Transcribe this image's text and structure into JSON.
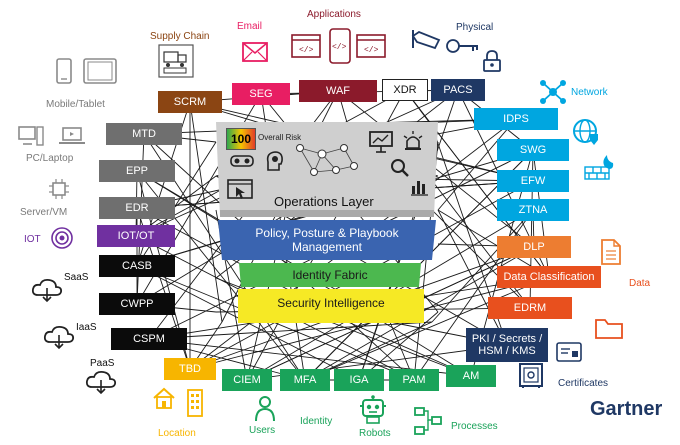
{
  "colors": {
    "gray": "#6f6f6f",
    "black": "#0b0b0b",
    "purple": "#7030a0",
    "brown": "#8b4513",
    "pink": "#e81e63",
    "maroon": "#8b1a2b",
    "navy": "#1f3864",
    "cyan": "#00a6e0",
    "orange": "#ed7d31",
    "red_orange": "#e8501e",
    "green": "#1aa35a",
    "gold": "#f7b500",
    "blue_layer": "#3a64b0",
    "green_layer": "#4cb84f",
    "yellow_layer": "#f6e925"
  },
  "categories": {
    "mobile_tablet": "Mobile/Tablet",
    "pc_laptop": "PC/Laptop",
    "server_vm": "Server/VM",
    "iot": "IOT",
    "saas": "SaaS",
    "iaas": "IaaS",
    "paas": "PaaS",
    "supply_chain": "Supply Chain",
    "email": "Email",
    "applications": "Applications",
    "physical": "Physical",
    "network": "Network",
    "data": "Data",
    "certificates": "Certificates",
    "location": "Location",
    "users": "Users",
    "identity": "Identity",
    "robots": "Robots",
    "processes": "Processes"
  },
  "boxes": {
    "mtd": "MTD",
    "epp": "EPP",
    "edr": "EDR",
    "iot_ot": "IOT/OT",
    "casb": "CASB",
    "cwpp": "CWPP",
    "cspm": "CSPM",
    "scrm": "SCRM",
    "seg": "SEG",
    "waf": "WAF",
    "xdr": "XDR",
    "pacs": "PACS",
    "idps": "IDPS",
    "swg": "SWG",
    "efw": "EFW",
    "ztna": "ZTNA",
    "dlp": "DLP",
    "data_classification": "Data Classification",
    "edrm": "EDRM",
    "pki": "PKI / Secrets / HSM / KMS",
    "tbd": "TBD",
    "ciem": "CIEM",
    "mfa": "MFA",
    "iga": "IGA",
    "pam": "PAM",
    "am": "AM"
  },
  "operations": {
    "score": "100",
    "risk_label": "Overall Risk",
    "title": "Operations Layer"
  },
  "layers": {
    "policy": "Policy, Posture & Playbook Management",
    "identity_fabric": "Identity Fabric",
    "security_intelligence": "Security Intelligence"
  },
  "brand": "Gartner"
}
